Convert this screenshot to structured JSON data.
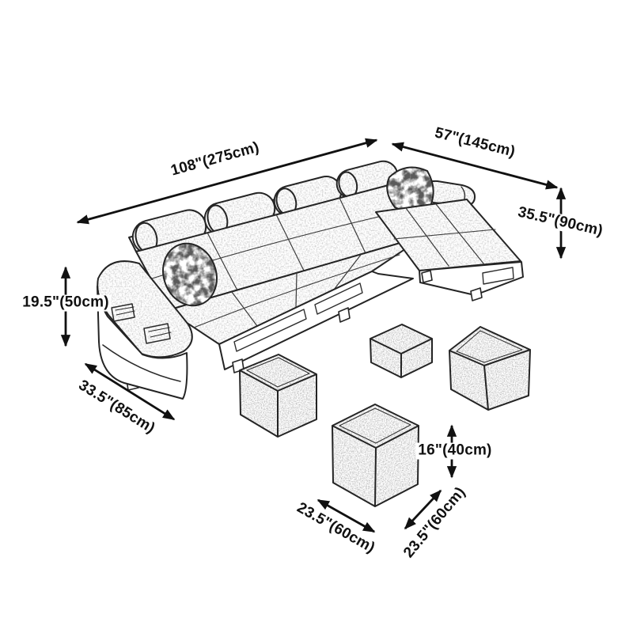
{
  "diagram": {
    "kind": "furniture-dimension-diagram",
    "subject": "sectional sofa with chaise and four cube ottomans",
    "background": "#ffffff",
    "ink_color": "#1f1f1f",
    "labels": {
      "sofa_length": "108\"(275cm)",
      "chaise_length": "57\"(145cm)",
      "total_height": "35.5\"(90cm)",
      "arm_height": "19.5\"(50cm)",
      "sofa_depth": "33.5\"(85cm)",
      "ottoman_height": "16\"(40cm)",
      "ottoman_width": "23.5\"(60cm)",
      "ottoman_depth": "23.5\"(60cm)"
    }
  }
}
